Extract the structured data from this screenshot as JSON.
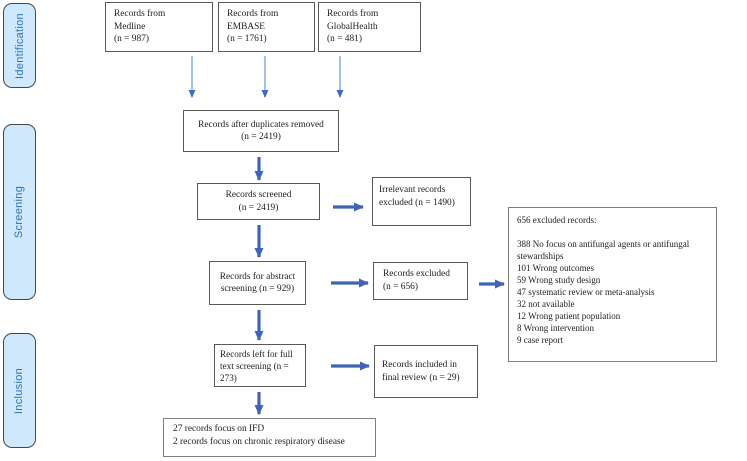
{
  "stages": {
    "identification": "Identification",
    "screening": "Screening",
    "inclusion": "Inclusion"
  },
  "boxes": {
    "medline": "Records from\nMedline\n(n = 987)",
    "embase": "Records from\nEMBASE\n(n = 1761)",
    "globalhealth": "Records from\nGlobalHealth\n(n = 481)",
    "duplicates_removed": "Records after duplicates removed\n(n = 2419)",
    "screened": "Records screened\n(n = 2419)",
    "irrelevant_excluded": "Irrelevant records\nexcluded (n = 1490)",
    "abstract_screening": "Records for abstract\nscreening (n = 929)",
    "records_excluded": "Records excluded\n(n = 656)",
    "exclusion_reasons": "656 excluded records:\n\n388 No focus on antifungal agents or antifungal\nstewardships\n101 Wrong outcomes\n59 Wrong study design\n47 systematic review or meta-analysis\n32 not available\n12 Wrong patient population\n8 Wrong intervention\n9 case report",
    "full_text_screening": "Records left for full\ntext screening (n =\n273)",
    "included_final": "Records included in\nfinal review (n = 29)",
    "focus_summary": "27 records focus on IFD\n2 records focus on chronic respiratory disease"
  },
  "colors": {
    "stage_fill": "#cfe8fb",
    "stage_text": "#2e75b6",
    "box_border": "#595959",
    "arrow_thin_line": "#8fb0e8",
    "arrow_thin_head": "#4169c8",
    "arrow_thick": "#3f63b5"
  }
}
